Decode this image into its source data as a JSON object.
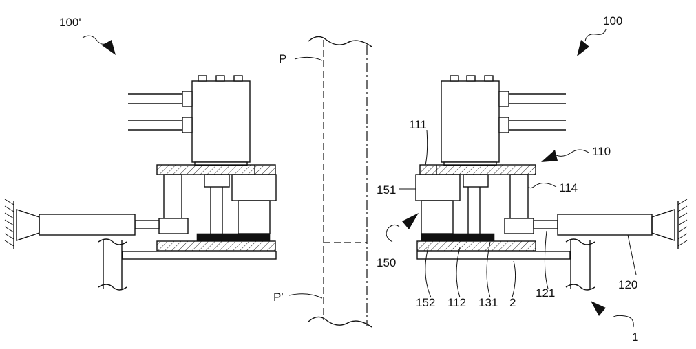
{
  "labels": {
    "assembly_right": "100",
    "assembly_left": "100'",
    "plane_top": "P",
    "plane_bottom": "P'",
    "l111": "111",
    "l110": "110",
    "l151": "151",
    "l114": "114",
    "l150": "150",
    "l152": "152",
    "l112": "112",
    "l131": "131",
    "l2": "2",
    "l121": "121",
    "l120": "120",
    "l1": "1"
  }
}
